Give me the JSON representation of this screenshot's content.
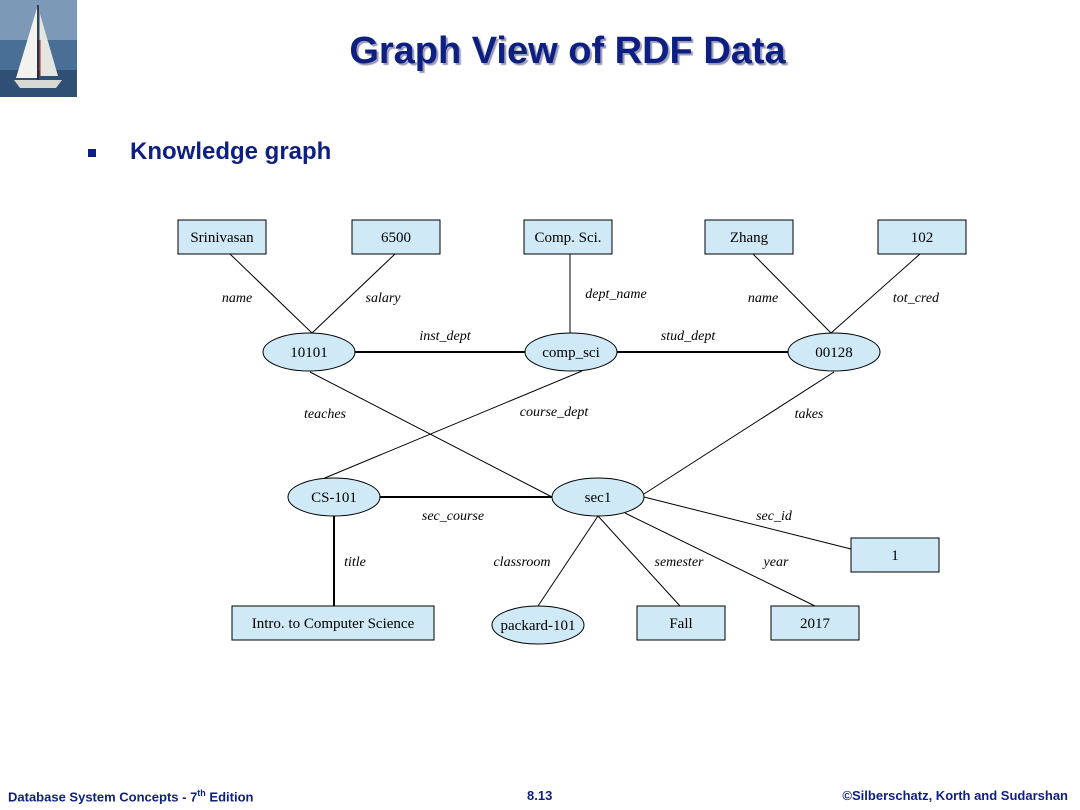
{
  "title": "Graph View of RDF Data",
  "bullet": "Knowledge graph",
  "colors": {
    "title": "#0d1f80",
    "node_fill": "#cfe9f6",
    "line": "#000000"
  },
  "graph": {
    "literal_nodes": [
      {
        "id": "srinivasan",
        "label": "Srinivasan"
      },
      {
        "id": "6500",
        "label": "6500"
      },
      {
        "id": "compsci_lit",
        "label": "Comp. Sci."
      },
      {
        "id": "zhang",
        "label": "Zhang"
      },
      {
        "id": "102",
        "label": "102"
      },
      {
        "id": "one",
        "label": "1"
      },
      {
        "id": "intro",
        "label": "Intro. to Computer Science"
      },
      {
        "id": "fall",
        "label": "Fall"
      },
      {
        "id": "2017",
        "label": "2017"
      }
    ],
    "resource_nodes": [
      {
        "id": "10101",
        "label": "10101"
      },
      {
        "id": "comp_sci",
        "label": "comp_sci"
      },
      {
        "id": "00128",
        "label": "00128"
      },
      {
        "id": "cs101",
        "label": "CS-101"
      },
      {
        "id": "sec1",
        "label": "sec1"
      },
      {
        "id": "packard",
        "label": "packard-101"
      }
    ],
    "edges": [
      {
        "from": "10101",
        "to": "srinivasan",
        "label": "name"
      },
      {
        "from": "10101",
        "to": "6500",
        "label": "salary"
      },
      {
        "from": "comp_sci",
        "to": "compsci_lit",
        "label": "dept_name"
      },
      {
        "from": "00128",
        "to": "zhang",
        "label": "name"
      },
      {
        "from": "00128",
        "to": "102",
        "label": "tot_cred"
      },
      {
        "from": "10101",
        "to": "comp_sci",
        "label": "inst_dept"
      },
      {
        "from": "00128",
        "to": "comp_sci",
        "label": "stud_dept"
      },
      {
        "from": "10101",
        "to": "sec1",
        "label": "teaches"
      },
      {
        "from": "cs101",
        "to": "comp_sci",
        "label": "course_dept"
      },
      {
        "from": "00128",
        "to": "sec1",
        "label": "takes"
      },
      {
        "from": "sec1",
        "to": "cs101",
        "label": "sec_course"
      },
      {
        "from": "sec1",
        "to": "one",
        "label": "sec_id"
      },
      {
        "from": "cs101",
        "to": "intro",
        "label": "title"
      },
      {
        "from": "sec1",
        "to": "packard",
        "label": "classroom"
      },
      {
        "from": "sec1",
        "to": "fall",
        "label": "semester"
      },
      {
        "from": "sec1",
        "to": "2017",
        "label": "year"
      }
    ]
  },
  "footer": {
    "left_prefix": "Database System Concepts - 7",
    "left_sup": "th",
    "left_suffix": " Edition",
    "center": "8.13",
    "right": "©Silberschatz, Korth and Sudarshan"
  }
}
